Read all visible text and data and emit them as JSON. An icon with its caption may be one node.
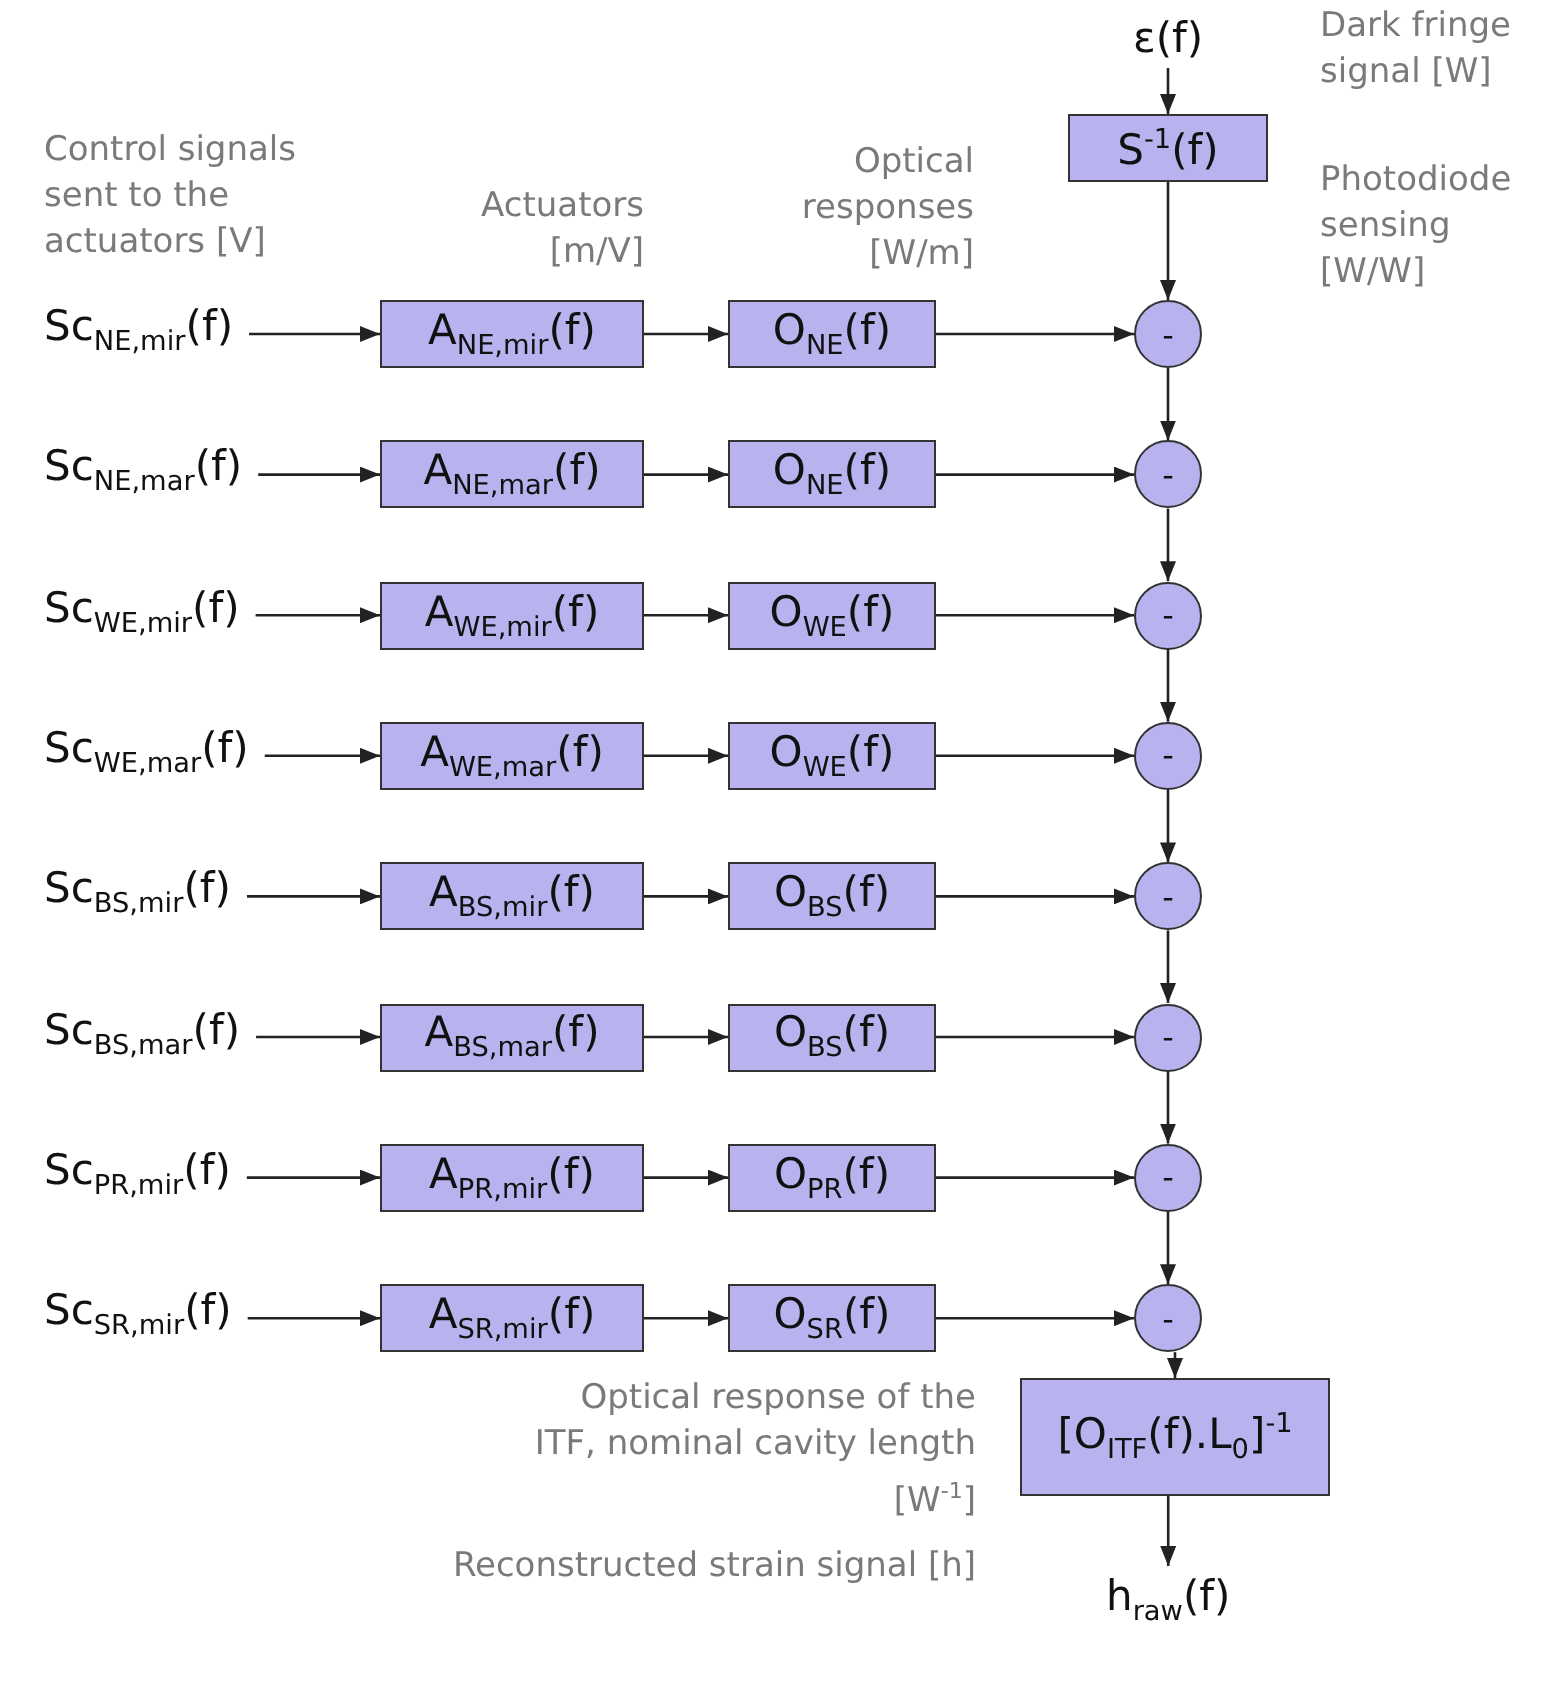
{
  "diagram": {
    "nodes": [
      {
        "text": [
          "ε(f)"
        ]
      },
      {
        "text": [
          "S$^{-1}$(f)"
        ],
        "beside": [
          "Photodiode sensing [W/W]"
        ]
      },
      {
        "text": [
          "Sc$_{NE,mir}$(f)"
        ]
      },
      {
        "text": [
          "A$_{NE,mir}$(f)"
        ]
      },
      {
        "text": [
          "O$_{NE}$(f)"
        ]
      },
      {
        "text": [
          "-"
        ]
      },
      {
        "text": [
          "Sc$_{NE,mar}$(f)"
        ]
      },
      {
        "text": [
          "A$_{NE,mar}$(f)"
        ]
      },
      {
        "text": [
          "O$_{NE}$(f)"
        ]
      },
      {
        "text": [
          "-"
        ]
      },
      {
        "text": [
          "Sc$_{WE,mir}$(f)"
        ]
      },
      {
        "text": [
          "A$_{WE,mir}$(f)"
        ]
      },
      {
        "text": [
          "O$_{WE}$(f)"
        ]
      },
      {
        "text": [
          "-"
        ]
      },
      {
        "text": [
          "Sc$_{WE,mar}$(f)"
        ]
      },
      {
        "text": [
          "A$_{WE,mar}$(f)"
        ]
      },
      {
        "text": [
          "O$_{WE}$(f)"
        ]
      },
      {
        "text": [
          "-"
        ]
      },
      {
        "text": [
          "Sc$_{BS,mir}$(f)"
        ]
      },
      {
        "text": [
          "A$_{BS,mir}$(f)"
        ]
      },
      {
        "text": [
          "O$_{BS}$(f)"
        ]
      },
      {
        "text": [
          "-"
        ]
      },
      {
        "text": [
          "Sc$_{BS,mar}$(f)"
        ]
      },
      {
        "text": [
          "A$_{BS,mar}$(f)"
        ]
      },
      {
        "text": [
          "O$_{BS}$(f)"
        ]
      },
      {
        "text": [
          "-"
        ]
      },
      {
        "text": [
          "Sc$_{PR,mir}$(f)"
        ]
      },
      {
        "text": [
          "A$_{PR,mir}$(f)"
        ]
      },
      {
        "text": [
          "O$_{PR}$(f)"
        ]
      },
      {
        "text": [
          "-"
        ]
      },
      {
        "text": [
          "Sc$_{SR,mir}$(f)"
        ]
      },
      {
        "text": [
          "A$_{SR,mir}$(f)"
        ]
      },
      {
        "text": [
          "O$_{SR}$(f)"
        ]
      },
      {
        "text": [
          "-"
        ]
      },
      {
        "text": [
          "[O$_{ITF}$(f).L$_{0}$]$^{-1}$"
        ],
        "beside": [
          "Optical response of the ITF, nominal cavity length [W$^{-1}$]"
        ]
      },
      {
        "text": [
          "h$_{raw}$(f)"
        ]
      }
    ],
    "edges": [
      {
        "from": 0,
        "to": 1,
        "arrow": "to"
      },
      {
        "from": 1,
        "to": 5,
        "arrow": "to"
      },
      {
        "from": 2,
        "to": 3,
        "arrow": "to"
      },
      {
        "from": 3,
        "to": 4,
        "arrow": "to"
      },
      {
        "from": 4,
        "to": 5,
        "arrow": "to"
      },
      {
        "from": 5,
        "to": 9,
        "arrow": "to"
      },
      {
        "from": 6,
        "to": 7,
        "arrow": "to"
      },
      {
        "from": 7,
        "to": 8,
        "arrow": "to"
      },
      {
        "from": 8,
        "to": 9,
        "arrow": "to"
      },
      {
        "from": 9,
        "to": 13,
        "arrow": "to"
      },
      {
        "from": 10,
        "to": 11,
        "arrow": "to"
      },
      {
        "from": 11,
        "to": 12,
        "arrow": "to"
      },
      {
        "from": 12,
        "to": 13,
        "arrow": "to"
      },
      {
        "from": 13,
        "to": 17,
        "arrow": "to"
      },
      {
        "from": 14,
        "to": 15,
        "arrow": "to"
      },
      {
        "from": 15,
        "to": 16,
        "arrow": "to"
      },
      {
        "from": 16,
        "to": 17,
        "arrow": "to"
      },
      {
        "from": 17,
        "to": 21,
        "arrow": "to"
      },
      {
        "from": 18,
        "to": 19,
        "arrow": "to"
      },
      {
        "from": 19,
        "to": 20,
        "arrow": "to"
      },
      {
        "from": 20,
        "to": 21,
        "arrow": "to"
      },
      {
        "from": 21,
        "to": 25,
        "arrow": "to"
      },
      {
        "from": 22,
        "to": 23,
        "arrow": "to"
      },
      {
        "from": 23,
        "to": 24,
        "arrow": "to"
      },
      {
        "from": 24,
        "to": 25,
        "arrow": "to"
      },
      {
        "from": 25,
        "to": 29,
        "arrow": "to"
      },
      {
        "from": 26,
        "to": 27,
        "arrow": "to"
      },
      {
        "from": 27,
        "to": 28,
        "arrow": "to"
      },
      {
        "from": 28,
        "to": 29,
        "arrow": "to"
      },
      {
        "from": 29,
        "to": 33,
        "arrow": "to"
      },
      {
        "from": 30,
        "to": 31,
        "arrow": "to"
      },
      {
        "from": 31,
        "to": 32,
        "arrow": "to"
      },
      {
        "from": 32,
        "to": 33,
        "arrow": "to"
      },
      {
        "from": 33,
        "to": 34,
        "arrow": "to"
      },
      {
        "from": 34,
        "to": 35,
        "arrow": "to"
      }
    ],
    "labels": [
      "Dark fringe signal [W]",
      "Control signals sent to the actuators [V]",
      "Actuators [m/V]",
      "Optical responses [W/m]",
      "Reconstructed strain signal [h]"
    ]
  }
}
